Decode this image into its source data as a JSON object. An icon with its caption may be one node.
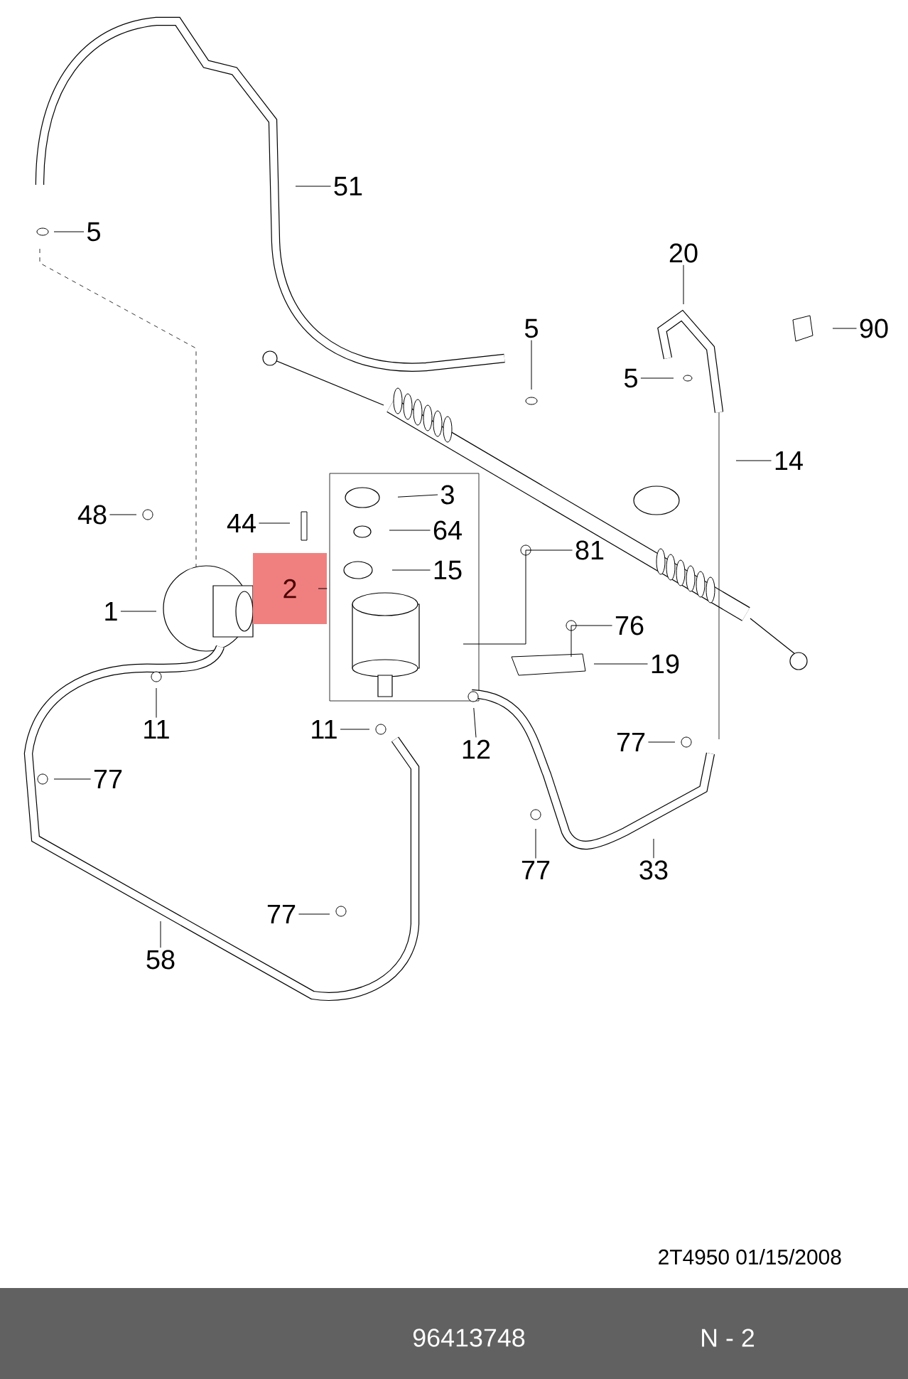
{
  "diagram": {
    "nodes": [
      {
        "text": [
          "5"
        ]
      },
      {
        "text": [
          "51"
        ]
      },
      {
        "text": [
          "20"
        ]
      },
      {
        "text": [
          "90"
        ]
      },
      {
        "text": [
          "5"
        ]
      },
      {
        "text": [
          "5"
        ]
      },
      {
        "text": [
          "14"
        ]
      },
      {
        "text": [
          "48"
        ]
      },
      {
        "text": [
          "44"
        ]
      },
      {
        "text": [
          "3"
        ]
      },
      {
        "text": [
          "64"
        ]
      },
      {
        "text": [
          "15"
        ]
      },
      {
        "text": [
          "2"
        ]
      },
      {
        "text": [
          "81"
        ]
      },
      {
        "text": [
          "76"
        ]
      },
      {
        "text": [
          "1"
        ]
      },
      {
        "text": [
          "19"
        ]
      },
      {
        "text": [
          "11"
        ]
      },
      {
        "text": [
          "11"
        ]
      },
      {
        "text": [
          "12"
        ]
      },
      {
        "text": [
          "77"
        ]
      },
      {
        "text": [
          "77"
        ]
      },
      {
        "text": [
          "77"
        ]
      },
      {
        "text": [
          "33"
        ]
      },
      {
        "text": [
          "58"
        ]
      },
      {
        "text": [
          "77"
        ]
      }
    ],
    "edges": [
      {
        "from": 0,
        "to": null,
        "arrow": "none"
      },
      {
        "from": 1,
        "to": null,
        "arrow": "none"
      },
      {
        "from": 2,
        "to": null,
        "arrow": "none"
      },
      {
        "from": 3,
        "to": null,
        "arrow": "none"
      },
      {
        "from": 4,
        "to": null,
        "arrow": "none"
      },
      {
        "from": 5,
        "to": null,
        "arrow": "none"
      },
      {
        "from": 6,
        "to": null,
        "arrow": "none"
      },
      {
        "from": 7,
        "to": null,
        "arrow": "none"
      },
      {
        "from": 8,
        "to": null,
        "arrow": "none"
      },
      {
        "from": 9,
        "to": null,
        "arrow": "none"
      },
      {
        "from": 10,
        "to": null,
        "arrow": "none"
      },
      {
        "from": 11,
        "to": null,
        "arrow": "none"
      },
      {
        "from": 12,
        "to": null,
        "arrow": "none"
      },
      {
        "from": 13,
        "to": null,
        "arrow": "none"
      },
      {
        "from": 14,
        "to": null,
        "arrow": "none"
      },
      {
        "from": 15,
        "to": null,
        "arrow": "none"
      },
      {
        "from": 16,
        "to": null,
        "arrow": "none"
      },
      {
        "from": 17,
        "to": null,
        "arrow": "none"
      },
      {
        "from": 18,
        "to": null,
        "arrow": "none"
      },
      {
        "from": 19,
        "to": null,
        "arrow": "none"
      },
      {
        "from": 20,
        "to": null,
        "arrow": "none"
      },
      {
        "from": 21,
        "to": null,
        "arrow": "none"
      },
      {
        "from": 22,
        "to": null,
        "arrow": "none"
      },
      {
        "from": 23,
        "to": null,
        "arrow": "none"
      },
      {
        "from": 24,
        "to": null,
        "arrow": "none"
      },
      {
        "from": 25,
        "to": null,
        "arrow": "none"
      }
    ],
    "labels": [
      "2T4950 01/15/2008",
      "96413748",
      "N - 2"
    ]
  }
}
